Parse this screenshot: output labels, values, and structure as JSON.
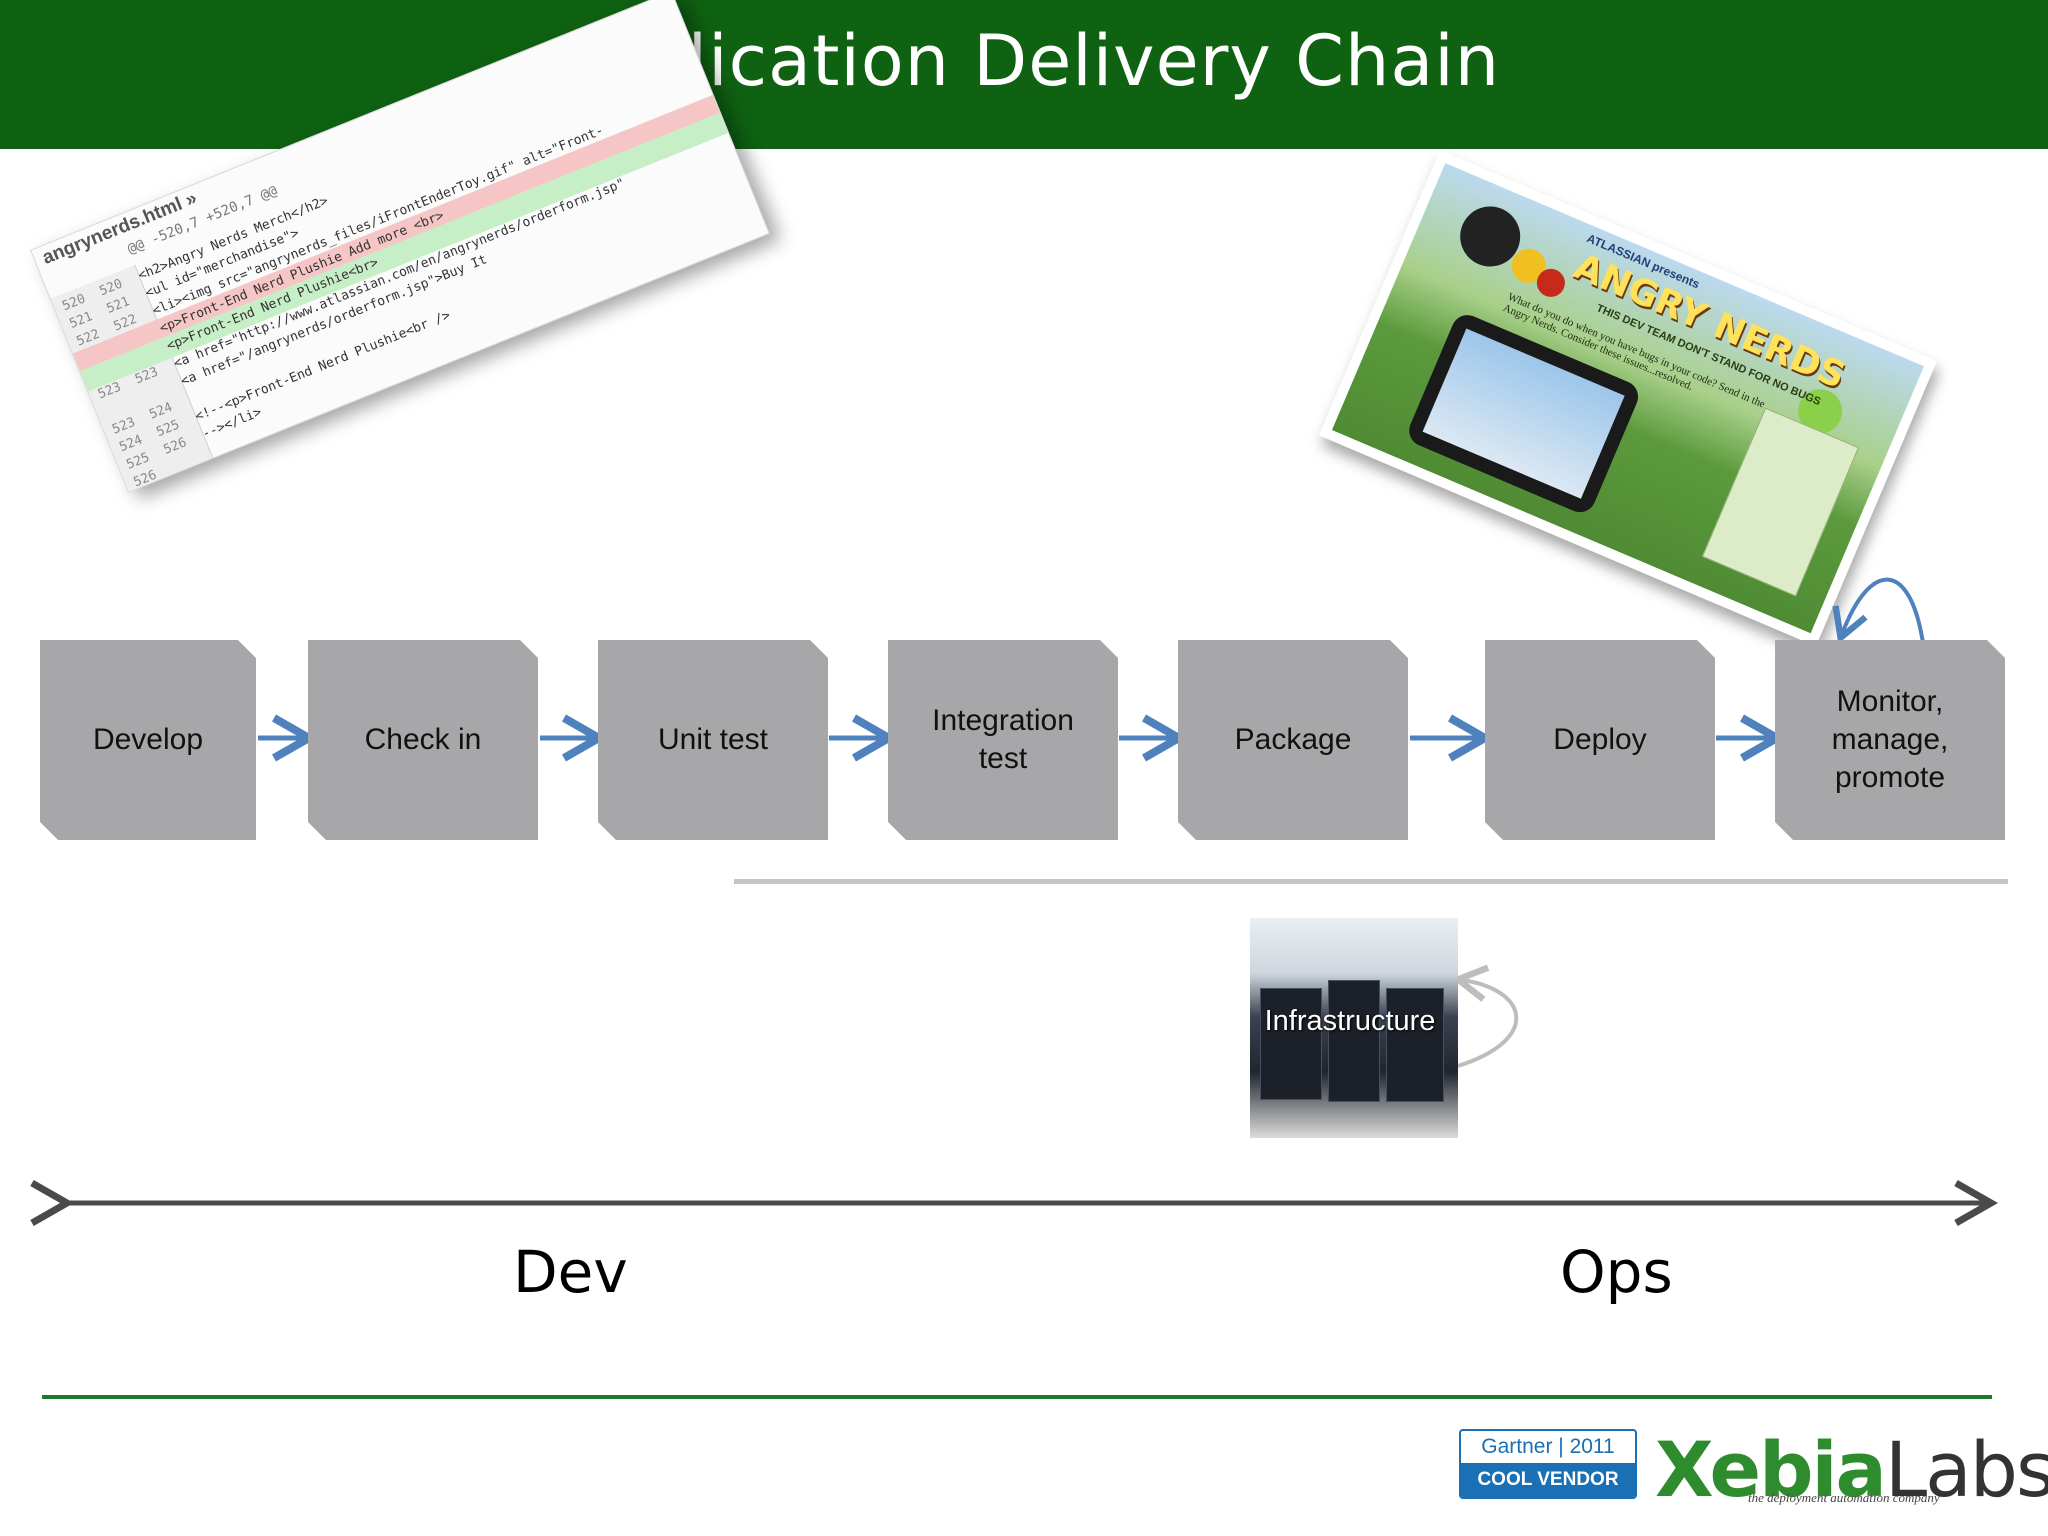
{
  "header": {
    "title": "Application Delivery Chain"
  },
  "code_screenshot": {
    "filename": "angrynerds.html »",
    "hunk": "@@ -520,7 +520,7 @@",
    "lines": [
      {
        "old": "520",
        "new": "520",
        "type": "ctx",
        "text": "<h2>Angry Nerds Merch</h2>"
      },
      {
        "old": "521",
        "new": "521",
        "type": "ctx",
        "text": "<ul id=\"merchandise\">"
      },
      {
        "old": "522",
        "new": "522",
        "type": "ctx",
        "text": "<li><img src=\"angrynerds_files/iFrontEnderToy.gif\" alt=\"Front-"
      },
      {
        "old": "",
        "new": "",
        "type": "del",
        "text": "<p>Front-End Nerd Plushie Add more <br>"
      },
      {
        "old": "",
        "new": "",
        "type": "add",
        "text": "<p>Front-End Nerd Plushie<br>"
      },
      {
        "old": "523",
        "new": "523",
        "type": "ctx",
        "text": "<a href=\"http://www.atlassian.com/en/angrynerds/orderform.jsp\""
      },
      {
        "old": "",
        "new": "",
        "type": "ctx",
        "text": "<a href=\"/angrynerds/orderform.jsp\">Buy It"
      },
      {
        "old": "523",
        "new": "524",
        "type": "ctx",
        "text": ""
      },
      {
        "old": "524",
        "new": "525",
        "type": "ctx",
        "text": "<!--<p>Front-End Nerd Plushie<br />"
      },
      {
        "old": "525",
        "new": "526",
        "type": "ctx",
        "text": "--></li>"
      },
      {
        "old": "526",
        "new": "",
        "type": "ctx",
        "text": ""
      }
    ]
  },
  "website_screenshot": {
    "brand": "ATLASSIAN presents",
    "title": "ANGRY NERDS",
    "subtitle": "THIS DEV TEAM DON'T STAND FOR NO BUGS",
    "text": "What do you do when you have bugs in your code? Send in the Angry Nerds. Consider these issues...resolved."
  },
  "steps": [
    {
      "label": "Develop"
    },
    {
      "label": "Check in"
    },
    {
      "label": "Unit test"
    },
    {
      "label": "Integration\ntest"
    },
    {
      "label": "Package"
    },
    {
      "label": "Deploy"
    },
    {
      "label": "Monitor,\nmanage,\npromote"
    }
  ],
  "infrastructure": {
    "label": "Infrastructure"
  },
  "axis": {
    "left_label": "Dev",
    "right_label": "Ops"
  },
  "footer": {
    "gartner_top": "Gartner | 2011",
    "gartner_bottom": "COOL VENDOR",
    "logo_part1": "Xebia",
    "logo_part2": "Labs",
    "tagline": "the deployment automation company"
  },
  "colors": {
    "header": "#0f6212",
    "box": "#a7a7a9",
    "arrow": "#4f81bd",
    "footer_line": "#1d7a2a"
  }
}
